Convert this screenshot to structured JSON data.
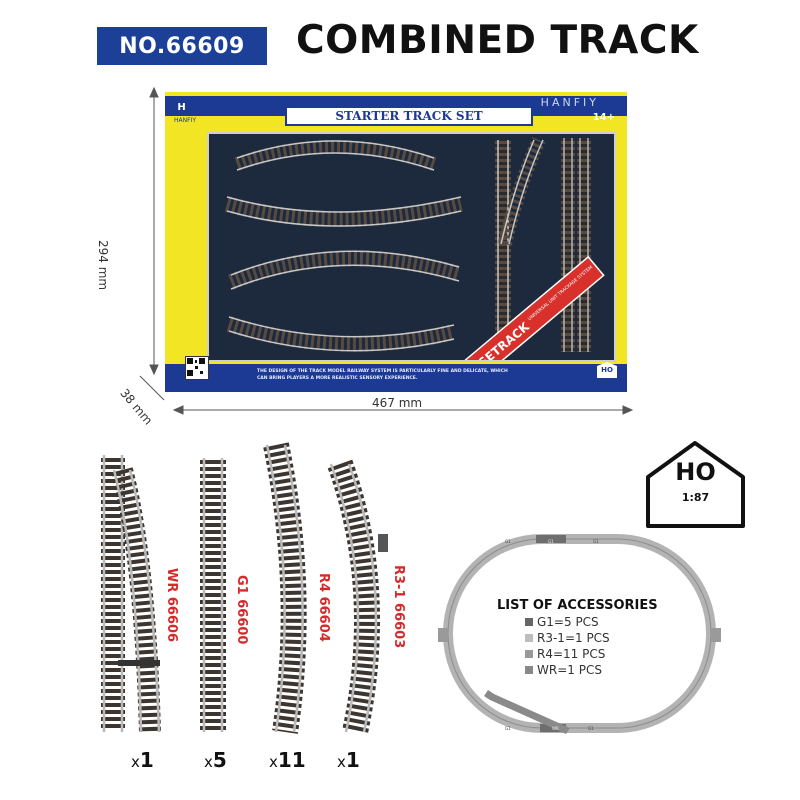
{
  "header": {
    "model_number": "NO.66609",
    "title": "COMBINED TRACK"
  },
  "box": {
    "brand": "HANFIY",
    "title": "STARTER TRACK SET",
    "age": "14+",
    "description": "THE DESIGN OF THE TRACK MODEL RAILWAY SYSTEM IS PARTICULARLY FINE AND DELICATE, WHICH CAN BRING PLAYERS A MORE REALISTIC SENSORY EXPERIENCE.",
    "ribbon_main": "SETRACK",
    "ribbon_sub": "UNIVERSAL UNIT TRACKAGE SYSTEM",
    "scale_small": "HO",
    "colors": {
      "box": "#f2e624",
      "band": "#1c3a94",
      "ribbon": "#d8312b"
    }
  },
  "dimensions": {
    "height": "294 mm",
    "depth": "38 mm",
    "width": "467 mm"
  },
  "pieces": [
    {
      "label": "WR 66606",
      "quantity_prefix": "x",
      "quantity": "1"
    },
    {
      "label": "G1 66600",
      "quantity_prefix": "x",
      "quantity": "5"
    },
    {
      "label": "R4 66604",
      "quantity_prefix": "x",
      "quantity": "11"
    },
    {
      "label": "R3-1 66603",
      "quantity_prefix": "x",
      "quantity": "1"
    }
  ],
  "scale": {
    "main": "HO",
    "ratio": "1:87"
  },
  "accessories": {
    "title": "LIST OF ACCESSORIES",
    "items": [
      {
        "text": "G1=5 PCS",
        "color": "#666666"
      },
      {
        "text": "R3-1=1 PCS",
        "color": "#bdbdbd"
      },
      {
        "text": "R4=11 PCS",
        "color": "#999999"
      },
      {
        "text": "WR=1 PCS",
        "color": "#888888"
      }
    ]
  },
  "layout_labels": {
    "segment_codes": [
      "G1",
      "G1",
      "G1",
      "G1",
      "G1",
      "WR"
    ]
  },
  "colors": {
    "accent_blue": "#1c3f97",
    "label_red": "#d62a2a",
    "tie": "#3d3530",
    "rail": "#b9b9b9"
  }
}
